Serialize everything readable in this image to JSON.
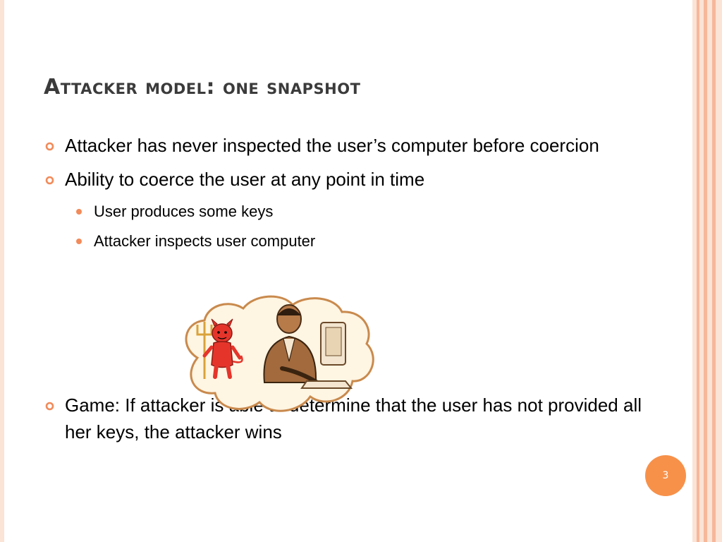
{
  "slide": {
    "title": "Attacker model: one snapshot",
    "page_number": "3",
    "bullets_top": [
      {
        "text": "Attacker has never inspected the user’s computer before coercion"
      },
      {
        "text": "Ability to coerce the user at any point in time"
      }
    ],
    "sub_bullets": [
      {
        "text": "User produces some keys"
      },
      {
        "text": "Attacker inspects user computer"
      }
    ],
    "bullet_bottom": {
      "text": "Game: If attacker is able to determine that the user has not provided all her keys, the attacker wins"
    },
    "illustration": {
      "icon": "devil-and-user-at-computer-cloud-icon"
    },
    "colors": {
      "accent": "#f28b5a",
      "page_badge": "#f7914a",
      "frame": "#fbe3d6",
      "stripe": "#f6b79a",
      "title": "#3b3b3b"
    }
  }
}
